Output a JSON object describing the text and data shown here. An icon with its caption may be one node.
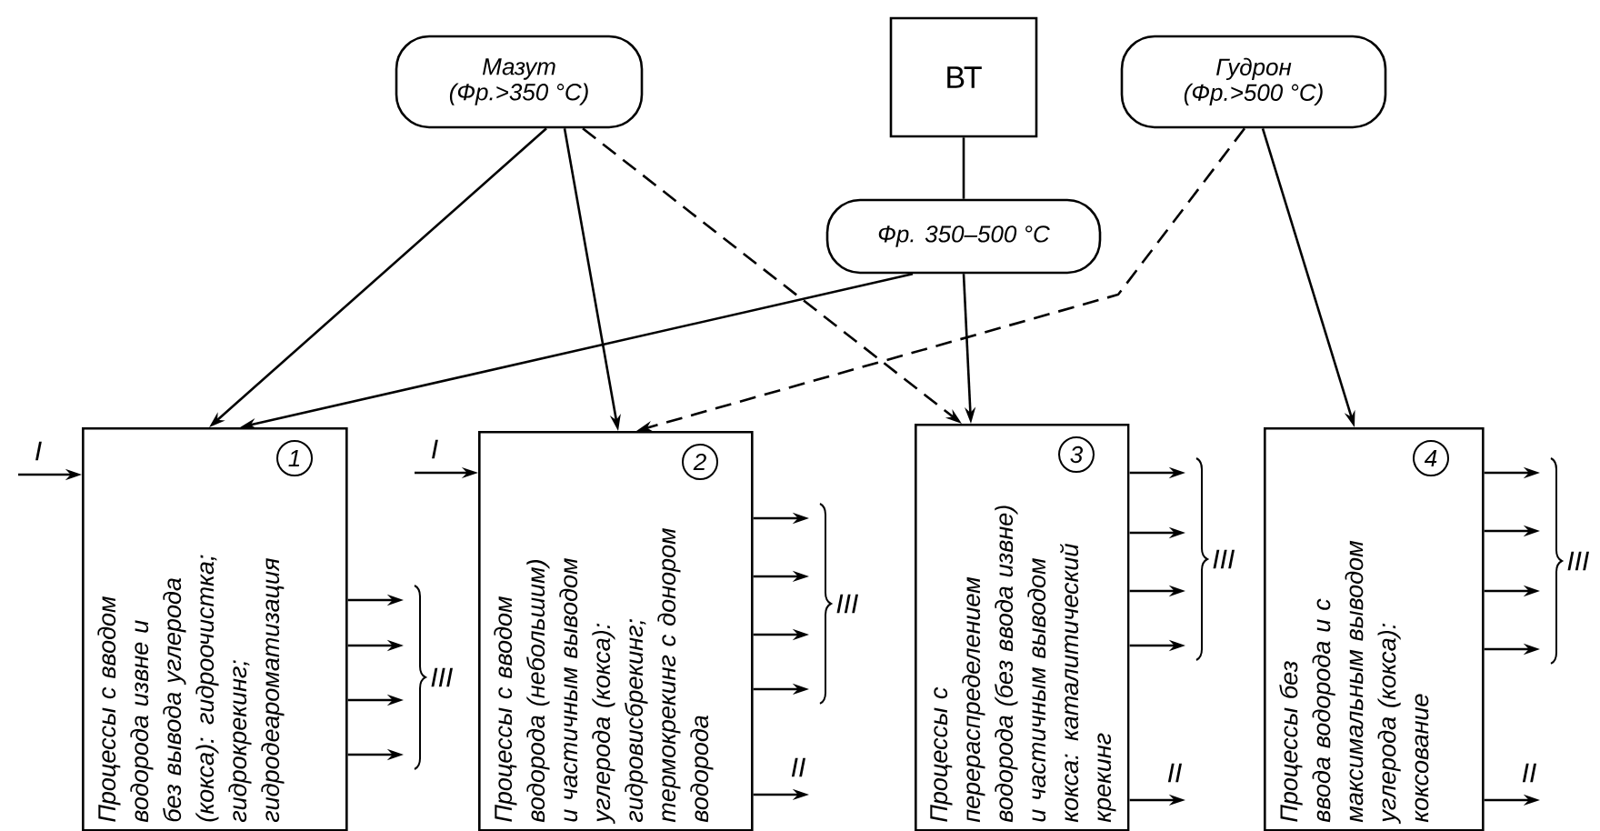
{
  "diagram": {
    "nodes": [
      {
        "text": [
          "Мазут",
          "(Фр.>350 °C)"
        ]
      },
      {
        "text": [
          "ВТ"
        ]
      },
      {
        "text": [
          "Гудрон",
          "(Фр.>500 °C)"
        ]
      },
      {
        "text": [
          "Фр. 350–500 °C"
        ]
      },
      {
        "text": [
          "1",
          "Процессы с вводом водорода извне и без вывода углерода (кокса): гидроочистка; гидрокрекинг; гидродеароматизация"
        ]
      },
      {
        "text": [
          "2",
          "Процессы с вводом водорода (небольшим) и частичным выводом углерода (кокса): гидровисбрекинг; термокрекинг с донором водорода"
        ]
      },
      {
        "text": [
          "3",
          "Процессы с перераспределением водорода (без ввода извне) и частичным выводом кокса: каталитический крекинг"
        ]
      },
      {
        "text": [
          "4",
          "Процессы без ввода водорода и с максимальным выводом углерода (кокса): коксование"
        ]
      }
    ],
    "edges": [
      {
        "from": 0,
        "to": 4,
        "arrow": "to"
      },
      {
        "from": 0,
        "to": 5,
        "arrow": "to"
      },
      {
        "from": 0,
        "to": 6,
        "arrow": "to",
        "style": "dashed"
      },
      {
        "from": 1,
        "to": 3,
        "arrow": "none"
      },
      {
        "from": 3,
        "to": 4,
        "arrow": "to"
      },
      {
        "from": 3,
        "to": 6,
        "arrow": "to"
      },
      {
        "from": 2,
        "to": 5,
        "arrow": "to",
        "style": "dashed"
      },
      {
        "from": 2,
        "to": 7,
        "arrow": "to"
      },
      {
        "from": null,
        "to": 4,
        "arrow": "to",
        "label": "I"
      },
      {
        "from": null,
        "to": 5,
        "arrow": "to",
        "label": "I"
      },
      {
        "from": 4,
        "to": null,
        "arrow": "to"
      },
      {
        "from": 4,
        "to": null,
        "arrow": "to"
      },
      {
        "from": 4,
        "to": null,
        "arrow": "to"
      },
      {
        "from": 4,
        "to": null,
        "arrow": "to"
      },
      {
        "from": 5,
        "to": null,
        "arrow": "to"
      },
      {
        "from": 5,
        "to": null,
        "arrow": "to"
      },
      {
        "from": 5,
        "to": null,
        "arrow": "to"
      },
      {
        "from": 5,
        "to": null,
        "arrow": "to"
      },
      {
        "from": 5,
        "to": null,
        "arrow": "to",
        "label": "II"
      },
      {
        "from": 6,
        "to": null,
        "arrow": "to"
      },
      {
        "from": 6,
        "to": null,
        "arrow": "to"
      },
      {
        "from": 6,
        "to": null,
        "arrow": "to"
      },
      {
        "from": 6,
        "to": null,
        "arrow": "to"
      },
      {
        "from": 6,
        "to": null,
        "arrow": "to",
        "label": "II"
      },
      {
        "from": 7,
        "to": null,
        "arrow": "to"
      },
      {
        "from": 7,
        "to": null,
        "arrow": "to"
      },
      {
        "from": 7,
        "to": null,
        "arrow": "to"
      },
      {
        "from": 7,
        "to": null,
        "arrow": "to"
      },
      {
        "from": 7,
        "to": null,
        "arrow": "to",
        "label": "II"
      }
    ],
    "labels": [
      "III",
      "III",
      "III",
      "III"
    ]
  }
}
